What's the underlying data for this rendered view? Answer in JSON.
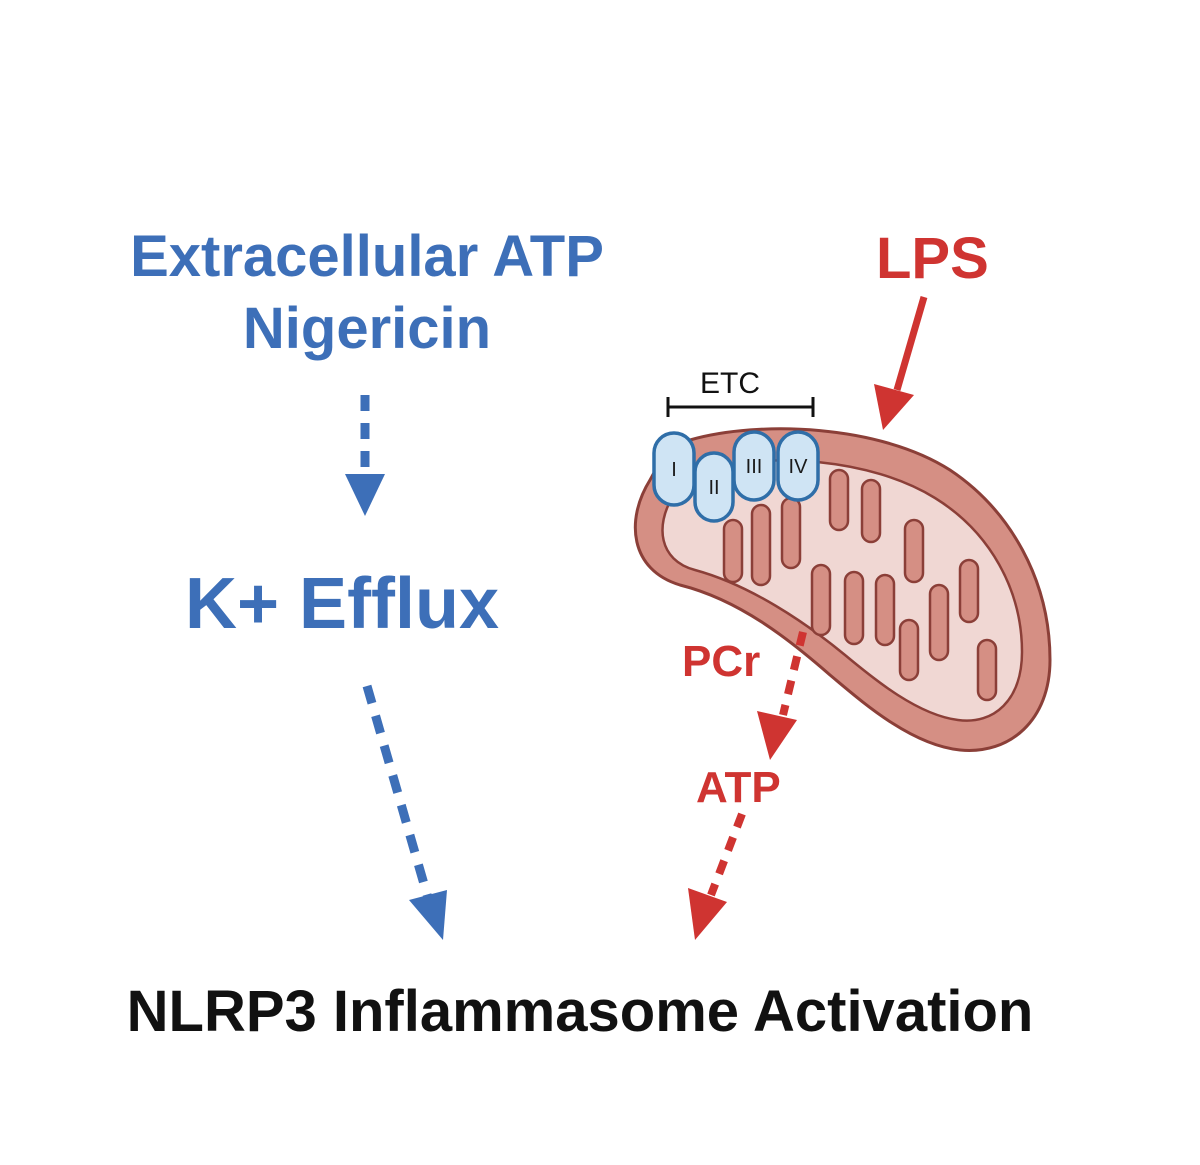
{
  "stimuli": {
    "line1": "Extracellular ATP",
    "line2": "Nigericin"
  },
  "intermediate": "K+ Efflux",
  "priming_signal": "LPS",
  "mitochondria": {
    "etc_label": "ETC",
    "complexes": [
      "I",
      "II",
      "III",
      "IV"
    ]
  },
  "metabolites": {
    "pcr": "PCr",
    "atp": "ATP"
  },
  "outcome": "NLRP3 Inflammasome Activation",
  "colors": {
    "blue_pathway": "#3d6fb8",
    "red_pathway": "#cf3431",
    "mito_outer": "#d58f84",
    "mito_inner": "#f0d7d3",
    "complex_fill": "#cfe4f4",
    "complex_stroke": "#2f6ea8"
  }
}
